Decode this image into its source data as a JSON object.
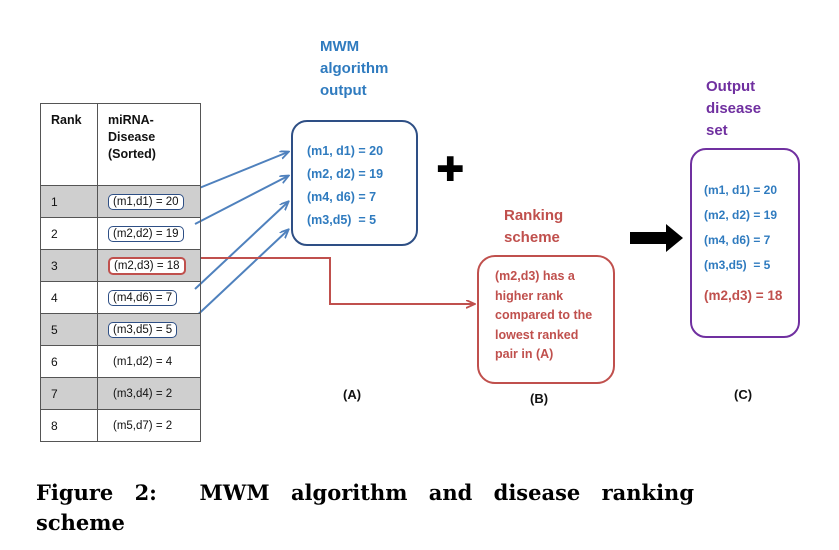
{
  "table": {
    "headers": [
      "Rank",
      "miRNA-\nDisease\n(Sorted)"
    ],
    "rows": [
      {
        "rank": "1",
        "pair": "(m1,d1) = 20"
      },
      {
        "rank": "2",
        "pair": "(m2,d2) = 19"
      },
      {
        "rank": "3",
        "pair": "(m2,d3) = 18"
      },
      {
        "rank": "4",
        "pair": "(m4,d6) = 7"
      },
      {
        "rank": "5",
        "pair": "(m3,d5) = 5"
      },
      {
        "rank": "6",
        "pair": "(m1,d2) = 4"
      },
      {
        "rank": "7",
        "pair": "(m3,d4) = 2"
      },
      {
        "rank": "8",
        "pair": "(m5,d7) = 2"
      }
    ]
  },
  "panel_a": {
    "title_lines": [
      "MWM",
      "algorithm",
      "output"
    ],
    "items": [
      "(m1, d1) = 20",
      "(m2, d2) = 19",
      "(m4, d6) = 7",
      "(m3,d5)  = 5"
    ],
    "label": "(A)"
  },
  "panel_b": {
    "title_lines": [
      "Ranking",
      "scheme"
    ],
    "text_lines": [
      "(m2,d3) has a",
      "higher rank",
      "compared to the",
      "lowest ranked",
      "pair in (A)"
    ],
    "label": "(B)"
  },
  "panel_c": {
    "title_lines": [
      "Output",
      "disease",
      "set"
    ],
    "items": [
      "(m1, d1) = 20",
      "(m2, d2) = 19",
      "(m4, d6) = 7",
      "(m3,d5)  = 5"
    ],
    "highlight": "(m2,d3) = 18",
    "label": "(C)"
  },
  "symbols": {
    "plus": "✚",
    "arrow": "➡"
  },
  "caption": {
    "line1": "Figure 2:  MWM algorithm and disease ranking",
    "line2": "scheme"
  },
  "colors": {
    "blue": "#2f7bbf",
    "dark_blue": "#2e4f85",
    "red": "#c0504d",
    "purple": "#7030a0",
    "shade": "#cfcfcf"
  }
}
